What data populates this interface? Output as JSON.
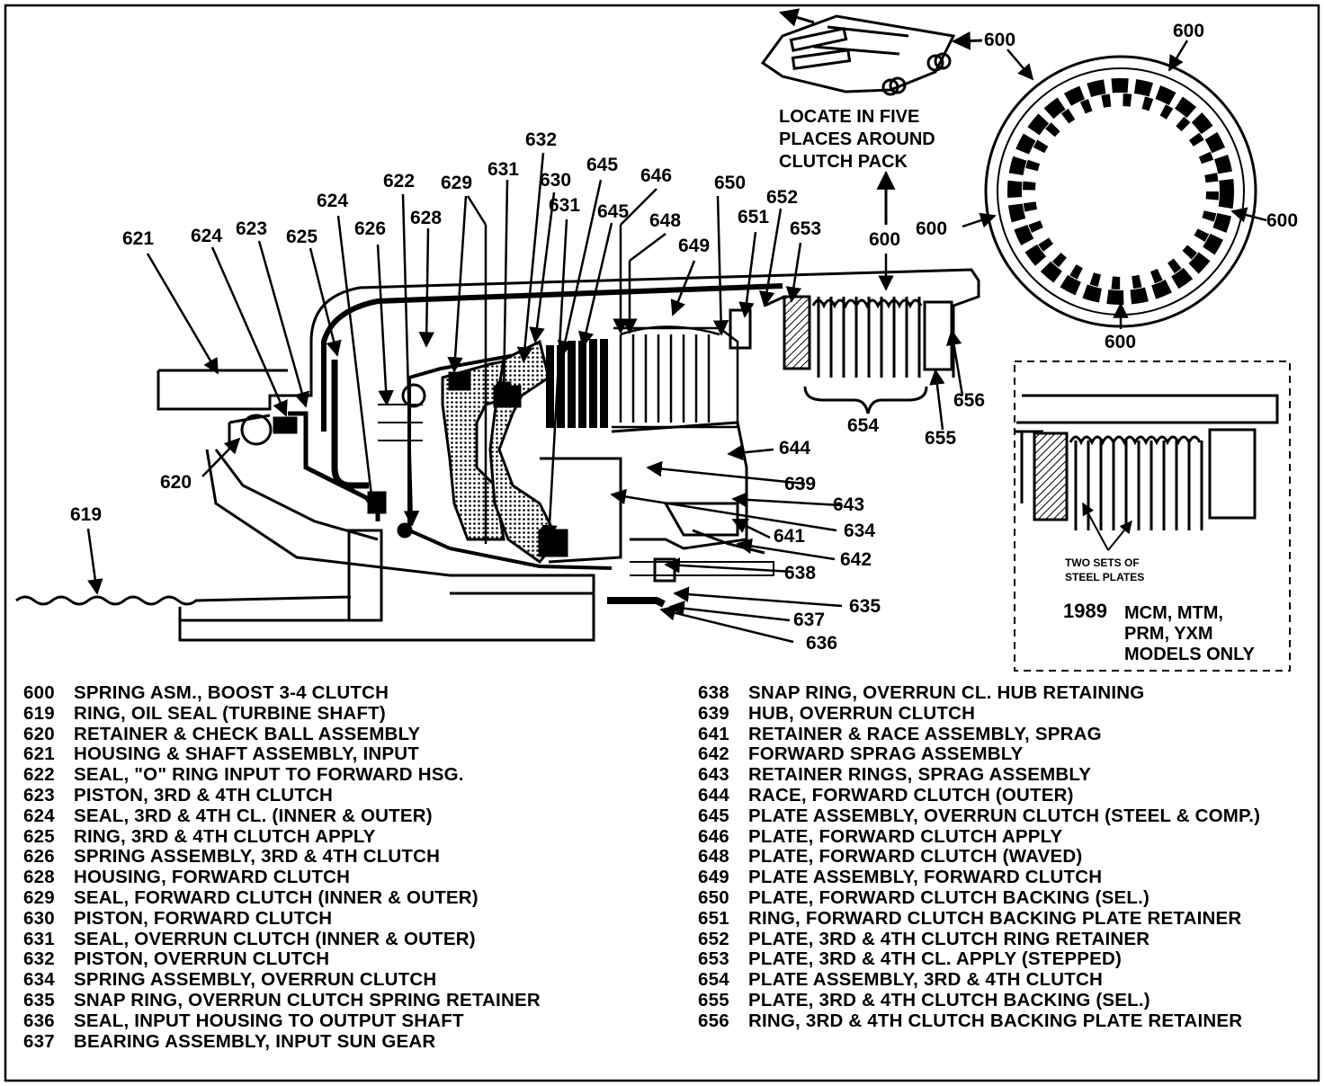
{
  "diagram": {
    "callouts": [
      {
        "id": "c600a",
        "text": "600"
      },
      {
        "id": "c600b",
        "text": "600"
      },
      {
        "id": "c600c",
        "text": "600"
      },
      {
        "id": "c600d",
        "text": "600"
      },
      {
        "id": "c600e",
        "text": "600"
      },
      {
        "id": "c600f",
        "text": "600"
      },
      {
        "id": "c619",
        "text": "619"
      },
      {
        "id": "c620",
        "text": "620"
      },
      {
        "id": "c621",
        "text": "621"
      },
      {
        "id": "c622",
        "text": "622"
      },
      {
        "id": "c623",
        "text": "623"
      },
      {
        "id": "c624a",
        "text": "624"
      },
      {
        "id": "c624b",
        "text": "624"
      },
      {
        "id": "c625",
        "text": "625"
      },
      {
        "id": "c626",
        "text": "626"
      },
      {
        "id": "c628",
        "text": "628"
      },
      {
        "id": "c629",
        "text": "629"
      },
      {
        "id": "c630",
        "text": "630"
      },
      {
        "id": "c631a",
        "text": "631"
      },
      {
        "id": "c631b",
        "text": "631"
      },
      {
        "id": "c632",
        "text": "632"
      },
      {
        "id": "c634",
        "text": "634"
      },
      {
        "id": "c635",
        "text": "635"
      },
      {
        "id": "c636",
        "text": "636"
      },
      {
        "id": "c637",
        "text": "637"
      },
      {
        "id": "c638",
        "text": "638"
      },
      {
        "id": "c639",
        "text": "639"
      },
      {
        "id": "c641",
        "text": "641"
      },
      {
        "id": "c642",
        "text": "642"
      },
      {
        "id": "c643",
        "text": "643"
      },
      {
        "id": "c644",
        "text": "644"
      },
      {
        "id": "c645a",
        "text": "645"
      },
      {
        "id": "c645b",
        "text": "645"
      },
      {
        "id": "c646",
        "text": "646"
      },
      {
        "id": "c648",
        "text": "648"
      },
      {
        "id": "c649",
        "text": "649"
      },
      {
        "id": "c650",
        "text": "650"
      },
      {
        "id": "c651",
        "text": "651"
      },
      {
        "id": "c652",
        "text": "652"
      },
      {
        "id": "c653",
        "text": "653"
      },
      {
        "id": "c654",
        "text": "654"
      },
      {
        "id": "c655",
        "text": "655"
      },
      {
        "id": "c656",
        "text": "656"
      }
    ],
    "locate_note": [
      "LOCATE IN FIVE",
      "PLACES AROUND",
      "CLUTCH PACK"
    ],
    "steel_plates_note": [
      "TWO SETS OF",
      "STEEL PLATES"
    ],
    "models_note": {
      "year": "1989",
      "lines": [
        "MCM, MTM,",
        "PRM, YXM",
        "MODELS ONLY"
      ]
    }
  },
  "legend": {
    "left": [
      {
        "num": "600",
        "desc": "SPRING ASM., BOOST 3-4 CLUTCH"
      },
      {
        "num": "619",
        "desc": "RING, OIL SEAL (TURBINE SHAFT)"
      },
      {
        "num": "620",
        "desc": "RETAINER & CHECK BALL ASSEMBLY"
      },
      {
        "num": "621",
        "desc": "HOUSING & SHAFT ASSEMBLY, INPUT"
      },
      {
        "num": "622",
        "desc": "SEAL, \"O\" RING INPUT TO FORWARD HSG."
      },
      {
        "num": "623",
        "desc": "PISTON, 3RD & 4TH CLUTCH"
      },
      {
        "num": "624",
        "desc": "SEAL, 3RD & 4TH CL. (INNER & OUTER)"
      },
      {
        "num": "625",
        "desc": "RING, 3RD & 4TH CLUTCH APPLY"
      },
      {
        "num": "626",
        "desc": "SPRING ASSEMBLY, 3RD & 4TH CLUTCH"
      },
      {
        "num": "628",
        "desc": "HOUSING, FORWARD CLUTCH"
      },
      {
        "num": "629",
        "desc": "SEAL, FORWARD CLUTCH (INNER & OUTER)"
      },
      {
        "num": "630",
        "desc": "PISTON, FORWARD CLUTCH"
      },
      {
        "num": "631",
        "desc": "SEAL, OVERRUN CLUTCH (INNER & OUTER)"
      },
      {
        "num": "632",
        "desc": "PISTON, OVERRUN CLUTCH"
      },
      {
        "num": "634",
        "desc": "SPRING ASSEMBLY, OVERRUN CLUTCH"
      },
      {
        "num": "635",
        "desc": "SNAP RING, OVERRUN CLUTCH SPRING RETAINER"
      },
      {
        "num": "636",
        "desc": "SEAL, INPUT HOUSING TO OUTPUT SHAFT"
      },
      {
        "num": "637",
        "desc": "BEARING ASSEMBLY, INPUT SUN GEAR"
      }
    ],
    "right": [
      {
        "num": "638",
        "desc": "SNAP RING, OVERRUN CL. HUB RETAINING"
      },
      {
        "num": "639",
        "desc": "HUB, OVERRUN CLUTCH"
      },
      {
        "num": "641",
        "desc": "RETAINER & RACE ASSEMBLY, SPRAG"
      },
      {
        "num": "642",
        "desc": "FORWARD SPRAG ASSEMBLY"
      },
      {
        "num": "643",
        "desc": "RETAINER RINGS, SPRAG ASSEMBLY"
      },
      {
        "num": "644",
        "desc": "RACE, FORWARD CLUTCH (OUTER)"
      },
      {
        "num": "645",
        "desc": "PLATE ASSEMBLY, OVERRUN CLUTCH (STEEL & COMP.)"
      },
      {
        "num": "646",
        "desc": "PLATE, FORWARD CLUTCH APPLY"
      },
      {
        "num": "648",
        "desc": "PLATE, FORWARD CLUTCH (WAVED)"
      },
      {
        "num": "649",
        "desc": "PLATE ASSEMBLY, FORWARD CLUTCH"
      },
      {
        "num": "650",
        "desc": "PLATE, FORWARD CLUTCH BACKING (SEL.)"
      },
      {
        "num": "651",
        "desc": "RING, FORWARD CLUTCH BACKING PLATE RETAINER"
      },
      {
        "num": "652",
        "desc": "PLATE, 3RD & 4TH CLUTCH RING RETAINER"
      },
      {
        "num": "653",
        "desc": "PLATE, 3RD & 4TH CL. APPLY (STEPPED)"
      },
      {
        "num": "654",
        "desc": "PLATE ASSEMBLY, 3RD & 4TH CLUTCH"
      },
      {
        "num": "655",
        "desc": "PLATE, 3RD & 4TH CLUTCH BACKING (SEL.)"
      },
      {
        "num": "656",
        "desc": "RING, 3RD & 4TH CLUTCH BACKING PLATE RETAINER"
      }
    ]
  }
}
